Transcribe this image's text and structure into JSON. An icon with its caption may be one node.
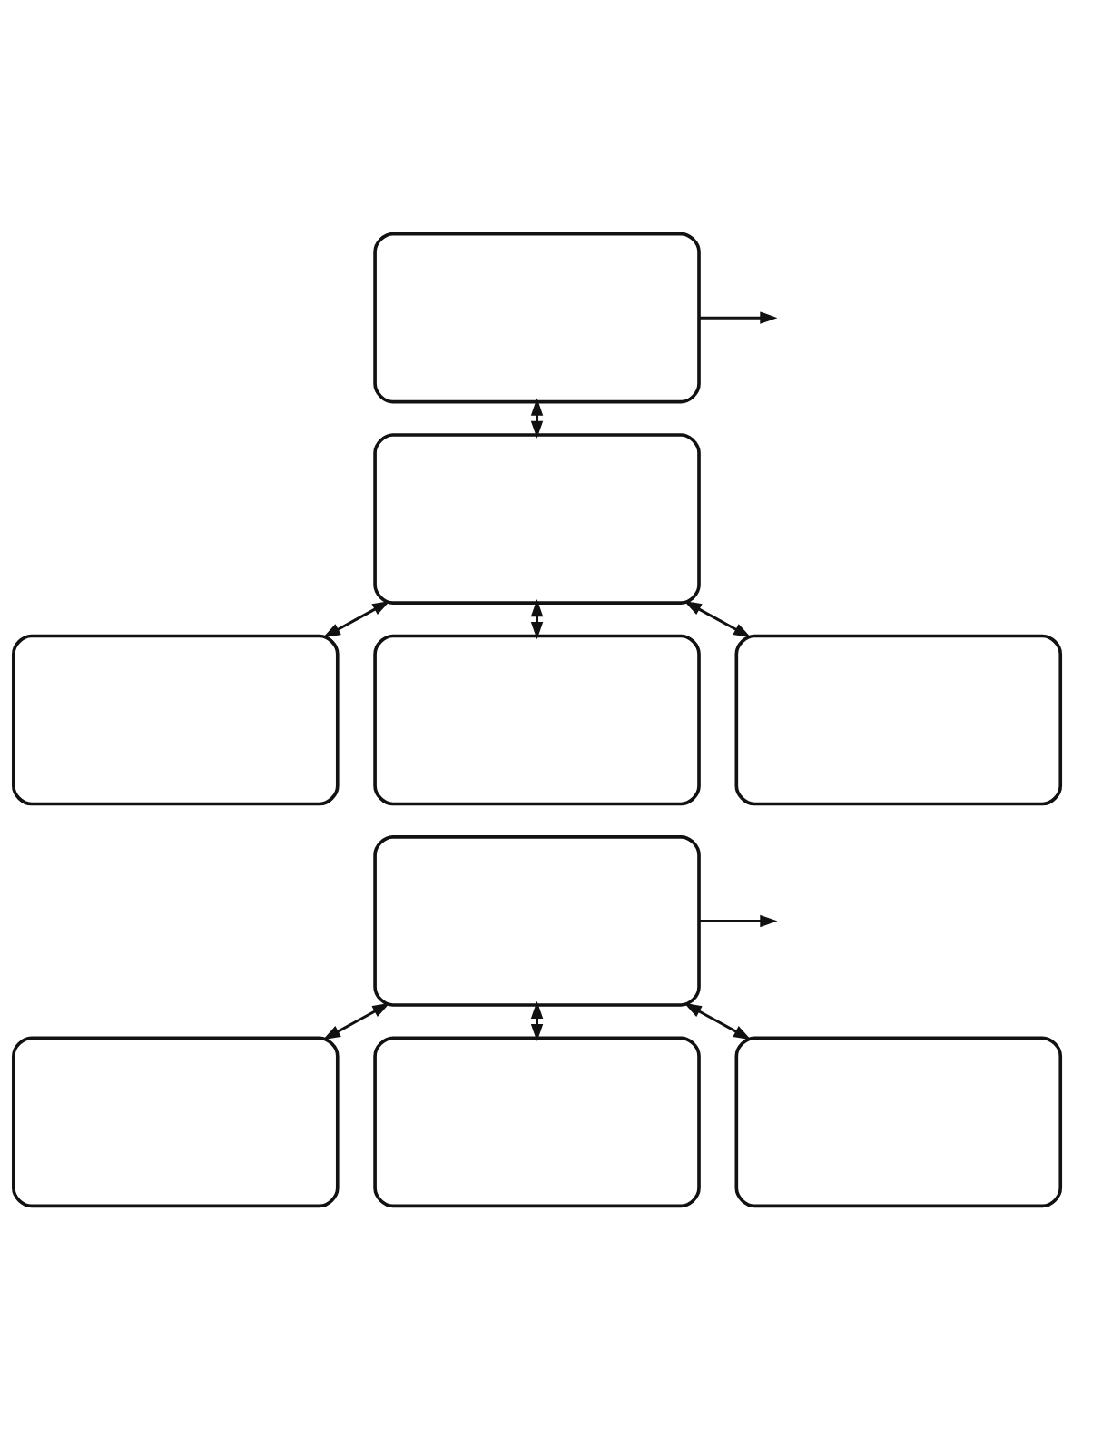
{
  "diagram": {
    "nodes": [
      {
        "text": [],
        "shape": "box"
      },
      {
        "text": [],
        "shape": "box"
      },
      {
        "text": [],
        "shape": "box"
      },
      {
        "text": [],
        "shape": "box"
      },
      {
        "text": [],
        "shape": "box"
      },
      {
        "text": [],
        "shape": "box"
      },
      {
        "text": [],
        "shape": "box"
      },
      {
        "text": [],
        "shape": "box"
      },
      {
        "text": [],
        "shape": "box"
      }
    ],
    "edges": [
      {
        "from": 0,
        "to": null,
        "arrow": "to"
      },
      {
        "from": 0,
        "to": 1,
        "arrow": "both"
      },
      {
        "from": 1,
        "to": 2,
        "arrow": "both"
      },
      {
        "from": 1,
        "to": 3,
        "arrow": "both"
      },
      {
        "from": 1,
        "to": 4,
        "arrow": "both"
      },
      {
        "from": 5,
        "to": null,
        "arrow": "to"
      },
      {
        "from": 5,
        "to": 6,
        "arrow": "both"
      },
      {
        "from": 5,
        "to": 7,
        "arrow": "both"
      },
      {
        "from": 5,
        "to": 8,
        "arrow": "both"
      }
    ]
  }
}
